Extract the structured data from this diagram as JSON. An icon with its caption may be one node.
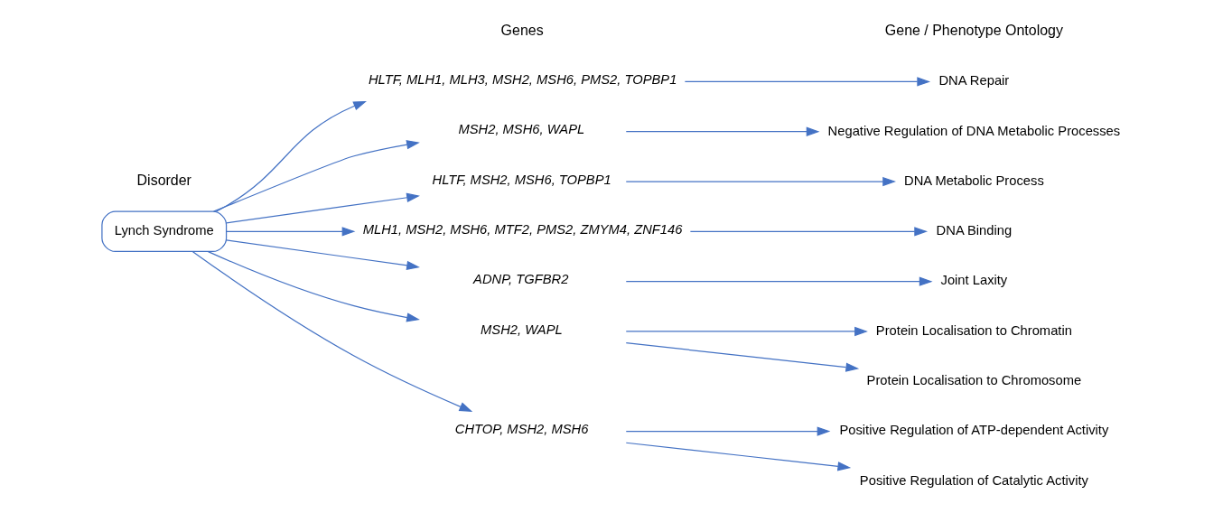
{
  "diagram": {
    "nodes": [
      {
        "text": [
          "Lynch Syndrome"
        ]
      },
      {
        "text": [
          "HLTF, MLH1, MLH3, MSH2, MSH6, PMS2, TOPBP1"
        ]
      },
      {
        "text": [
          "MSH2, MSH6, WAPL"
        ]
      },
      {
        "text": [
          "HLTF, MSH2, MSH6, TOPBP1"
        ]
      },
      {
        "text": [
          "MLH1, MSH2, MSH6, MTF2, PMS2, ZMYM4, ZNF146"
        ]
      },
      {
        "text": [
          "ADNP, TGFBR2"
        ]
      },
      {
        "text": [
          "MSH2, WAPL"
        ]
      },
      {
        "text": [
          "CHTOP, MSH2, MSH6"
        ]
      },
      {
        "text": [
          "DNA Repair"
        ]
      },
      {
        "text": [
          "Negative Regulation of DNA Metabolic Processes"
        ]
      },
      {
        "text": [
          "DNA Metabolic Process"
        ]
      },
      {
        "text": [
          "DNA Binding"
        ]
      },
      {
        "text": [
          "Joint Laxity"
        ]
      },
      {
        "text": [
          "Protein Localisation to Chromatin"
        ]
      },
      {
        "text": [
          "Protein Localisation to Chromosome"
        ]
      },
      {
        "text": [
          "Positive Regulation of ATP-dependent Activity"
        ]
      },
      {
        "text": [
          "Positive Regulation of Catalytic Activity"
        ]
      }
    ],
    "edges": [
      {
        "from": 0,
        "to": 1,
        "arrow": "to"
      },
      {
        "from": 0,
        "to": 2,
        "arrow": "to"
      },
      {
        "from": 0,
        "to": 3,
        "arrow": "to"
      },
      {
        "from": 0,
        "to": 4,
        "arrow": "to"
      },
      {
        "from": 0,
        "to": 5,
        "arrow": "to"
      },
      {
        "from": 0,
        "to": 6,
        "arrow": "to"
      },
      {
        "from": 0,
        "to": 7,
        "arrow": "to"
      },
      {
        "from": 1,
        "to": 8,
        "arrow": "to"
      },
      {
        "from": 2,
        "to": 9,
        "arrow": "to"
      },
      {
        "from": 3,
        "to": 10,
        "arrow": "to"
      },
      {
        "from": 4,
        "to": 11,
        "arrow": "to"
      },
      {
        "from": 5,
        "to": 12,
        "arrow": "to"
      },
      {
        "from": 6,
        "to": 13,
        "arrow": "to"
      },
      {
        "from": 6,
        "to": 14,
        "arrow": "to"
      },
      {
        "from": 7,
        "to": 15,
        "arrow": "to"
      },
      {
        "from": 7,
        "to": 16,
        "arrow": "to"
      }
    ],
    "labels": [
      "Disorder",
      "Genes",
      "Gene / Phenotype Ontology"
    ]
  }
}
